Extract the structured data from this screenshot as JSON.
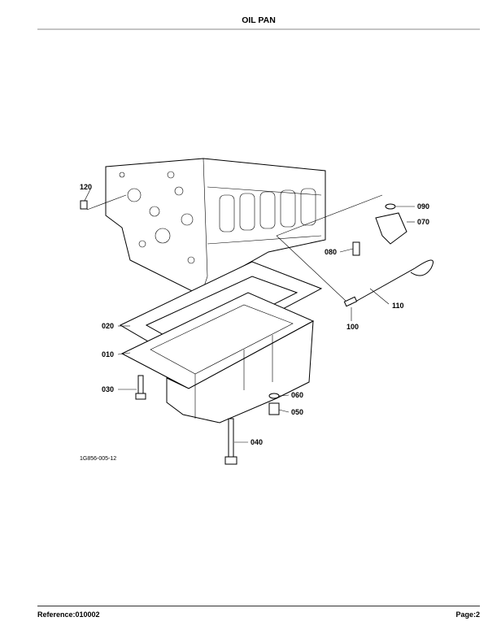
{
  "header": {
    "title": "OIL PAN"
  },
  "diagram": {
    "figure_code": "1G856-005-12",
    "callouts": [
      "120",
      "090",
      "070",
      "080",
      "110",
      "100",
      "020",
      "010",
      "030",
      "060",
      "050",
      "040"
    ]
  },
  "footer": {
    "reference": "Reference:010002",
    "page": "Page:2"
  }
}
